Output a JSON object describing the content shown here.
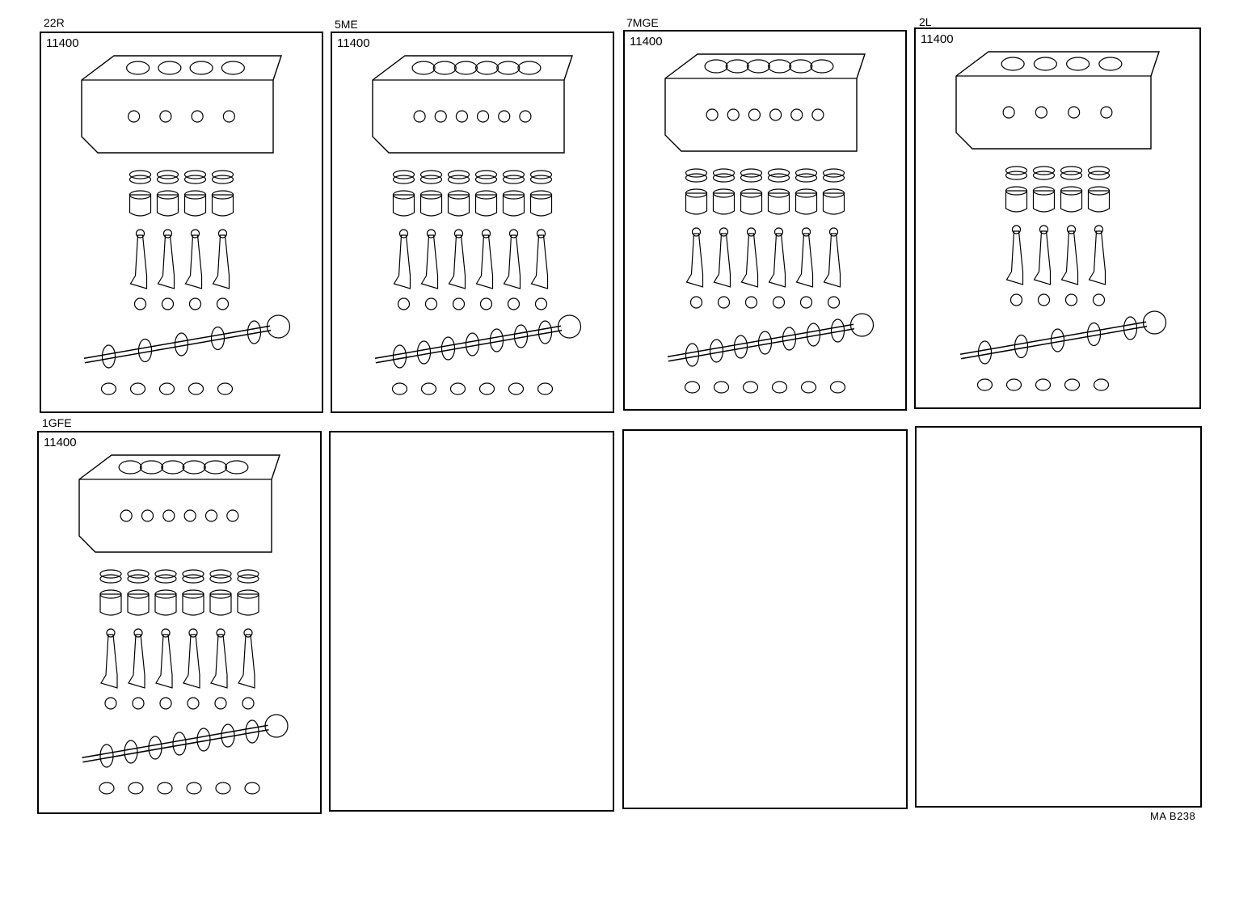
{
  "panels": [
    {
      "engine": "22R",
      "code": "11400",
      "cylinders": 4,
      "has_drawing": true
    },
    {
      "engine": "5ME",
      "code": "11400",
      "cylinders": 6,
      "has_drawing": true
    },
    {
      "engine": "7MGE",
      "code": "11400",
      "cylinders": 6,
      "has_drawing": true
    },
    {
      "engine": "2L",
      "code": "11400",
      "cylinders": 4,
      "has_drawing": true
    },
    {
      "engine": "1GFE",
      "code": "11400",
      "cylinders": 6,
      "has_drawing": true
    },
    {
      "engine": "",
      "code": "",
      "cylinders": 0,
      "has_drawing": false
    },
    {
      "engine": "",
      "code": "",
      "cylinders": 0,
      "has_drawing": false
    },
    {
      "engine": "",
      "code": "",
      "cylinders": 0,
      "has_drawing": false
    }
  ],
  "footer_code": "MA B238"
}
